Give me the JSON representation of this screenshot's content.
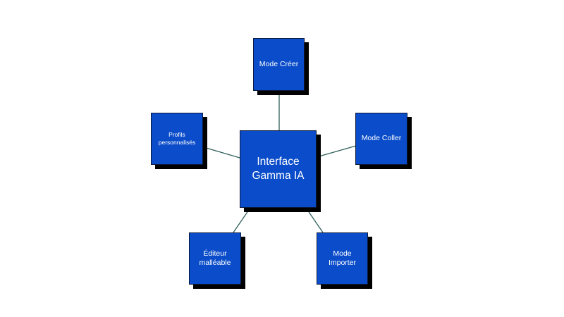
{
  "diagram": {
    "center": {
      "label_line1": "Interface",
      "label_line2": "Gamma IA"
    },
    "nodes": {
      "creer": {
        "label": "Mode Créer"
      },
      "coller": {
        "label": "Mode Coller"
      },
      "profils": {
        "label_line1": "Profils",
        "label_line2": "personnalisés"
      },
      "editeur": {
        "label_line1": "Éditeur",
        "label_line2": "malléable"
      },
      "importer": {
        "label_line1": "Mode",
        "label_line2": "Importer"
      }
    },
    "colors": {
      "node_fill": "#0a4cc9",
      "node_border": "#0b1a3a",
      "shadow": "#000000",
      "connector": "#2f5f5a",
      "text": "#ffffff"
    }
  }
}
